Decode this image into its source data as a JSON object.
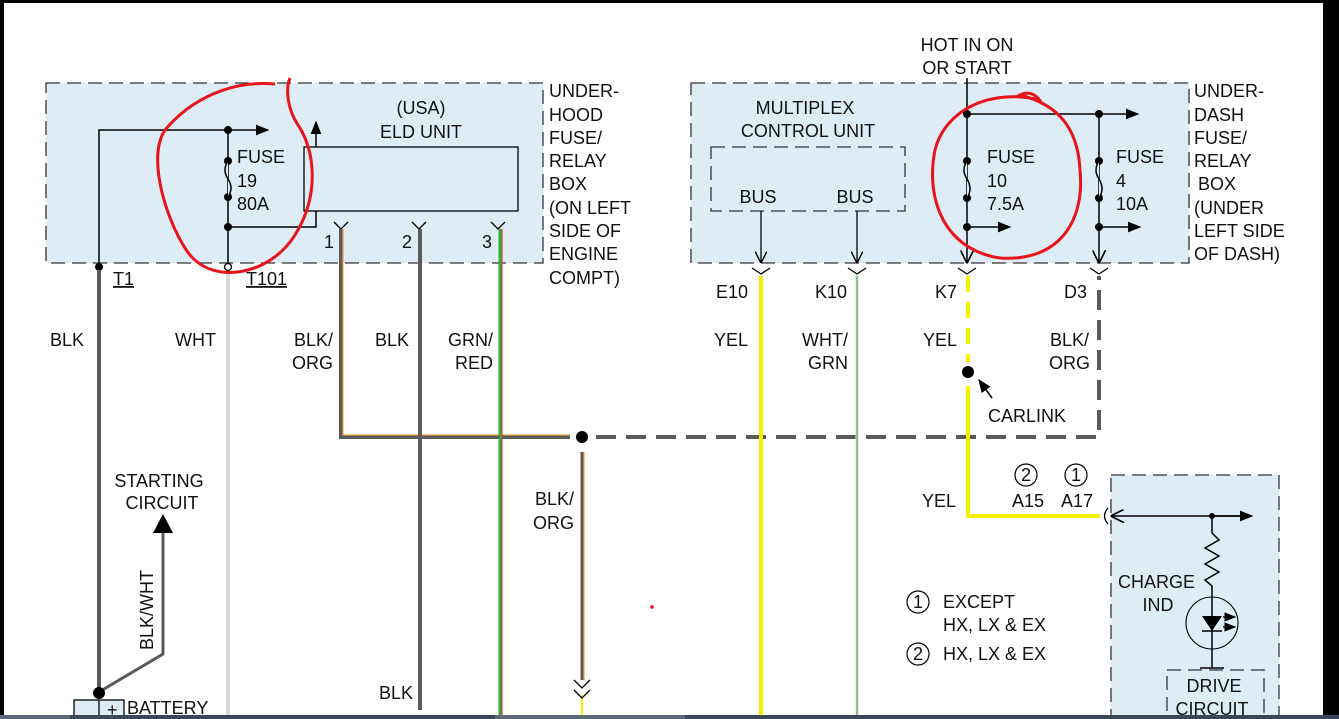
{
  "diagram": {
    "underhood_box": {
      "label_lines": [
        "UNDER-",
        "HOOD",
        "FUSE/",
        "RELAY",
        "BOX",
        "(ON LEFT",
        "SIDE OF",
        "ENGINE",
        "COMPT)"
      ],
      "fuse": {
        "label": "FUSE",
        "number": "19",
        "rating": "80A"
      },
      "eld_unit": {
        "line1": "(USA)",
        "line2": "ELD UNIT",
        "pins": [
          "1",
          "2",
          "3"
        ]
      },
      "terminals": [
        "T1",
        "T101"
      ]
    },
    "underdash_box": {
      "label_lines": [
        "UNDER-",
        "DASH",
        "FUSE/",
        "RELAY",
        "BOX",
        "(UNDER",
        "LEFT SIDE",
        "OF DASH)"
      ],
      "hot_label": [
        "HOT IN ON",
        "OR START"
      ],
      "multiplex": {
        "line1": "MULTIPLEX",
        "line2": "CONTROL UNIT",
        "bus_labels": [
          "BUS",
          "BUS"
        ]
      },
      "fuse_a": {
        "label": "FUSE",
        "number": "10",
        "rating": "7.5A"
      },
      "fuse_b": {
        "label": "FUSE",
        "number": "4",
        "rating": "10A"
      },
      "connectors": [
        "E10",
        "K10",
        "K7",
        "D3"
      ]
    },
    "wires": {
      "t1_color": "BLK",
      "t101_color": "WHT",
      "pin1_color": [
        "BLK/",
        "ORG"
      ],
      "pin2_color": "BLK",
      "pin3_color": [
        "GRN/",
        "RED"
      ],
      "e10_color": "YEL",
      "k10_color": [
        "WHT/",
        "GRN"
      ],
      "k7_color": "YEL",
      "d3_color": [
        "BLK/",
        "ORG"
      ],
      "splice_down_color": [
        "BLK/",
        "ORG"
      ],
      "battery_wire_color": "BLK/WHT",
      "bottom_blk": "BLK",
      "charge_feed_color": "YEL"
    },
    "carlink_label": "CARLINK",
    "starting_circuit": [
      "STARTING",
      "CIRCUIT"
    ],
    "battery": {
      "label": "BATTERY",
      "polarity": "+"
    },
    "gauge_connector": {
      "variants": [
        "2",
        "1"
      ],
      "pins": [
        "A15",
        "A17"
      ]
    },
    "gauge_box": {
      "charge_label": [
        "CHARGE",
        "IND"
      ],
      "drive_label": [
        "DRIVE",
        "CIRCUIT"
      ]
    },
    "legend": [
      {
        "marker": "1",
        "lines": [
          "EXCEPT",
          "HX, LX & EX"
        ]
      },
      {
        "marker": "2",
        "lines": [
          "HX, LX & EX"
        ]
      }
    ],
    "colors": {
      "box_fill": "#deedf5",
      "annotation_red": "#e8141c",
      "wire_black": "#5a5a5a",
      "wire_white": "#d8d8d8",
      "wire_orange": "#f0a040",
      "wire_yellow": "#f5f200",
      "wire_green": "#3aa83a",
      "wire_red": "#e03030"
    }
  }
}
